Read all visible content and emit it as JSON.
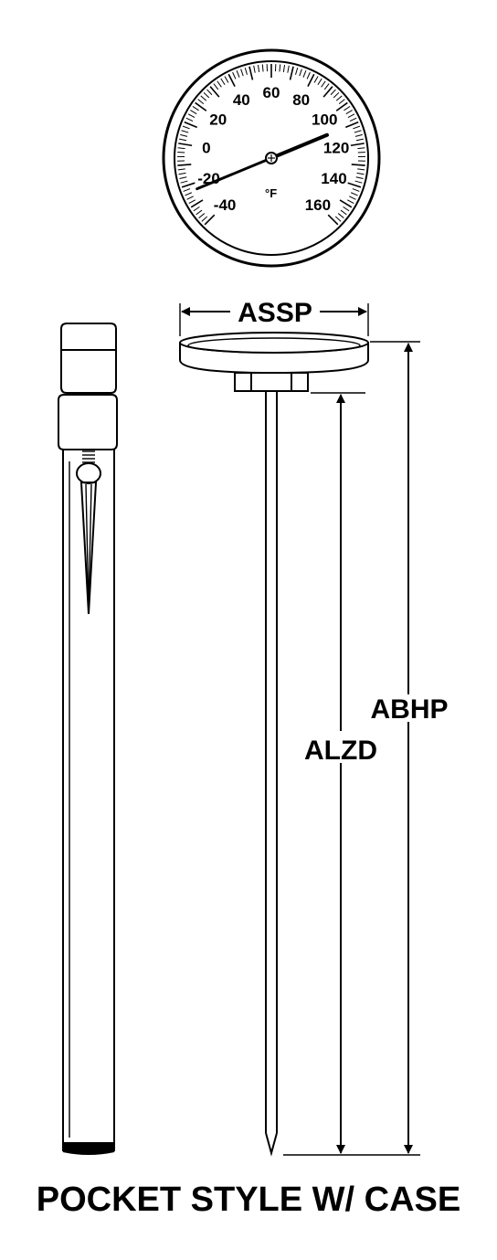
{
  "dial": {
    "scale_labels": [
      "-40",
      "-20",
      "0",
      "20",
      "40",
      "60",
      "80",
      "100",
      "120",
      "140",
      "160"
    ],
    "unit": "°F",
    "min": -40,
    "max": 160,
    "needle_value": 110
  },
  "dimensions": {
    "dial_diameter": "ASSP",
    "overall_length": "ABHP",
    "stem_length": "ALZD"
  },
  "caption": "POCKET STYLE W/ CASE"
}
